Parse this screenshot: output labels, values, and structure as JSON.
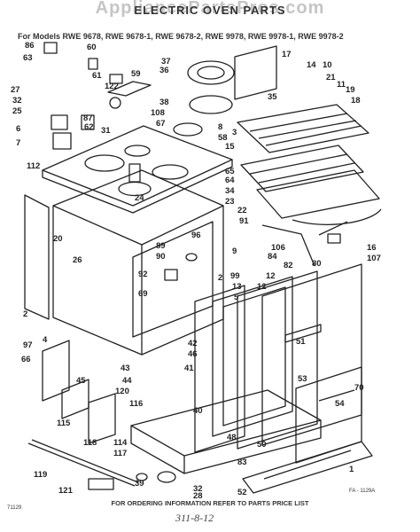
{
  "watermark": "AppliancePartsPros.com",
  "title": "ELECTRIC OVEN PARTS",
  "models_line": "For Models RWE 9678, RWE 9678-1, RWE 9678-2, RWE 9978, RWE 9978-1, RWE 9978-2",
  "footer": "FOR ORDERING INFORMATION REFER TO PARTS PRICE LIST",
  "handwritten": "311-8-12",
  "code_left": "71129",
  "code_right": "FA - 1129A",
  "callouts": [
    "86",
    "63",
    "60",
    "61",
    "59",
    "27",
    "32",
    "25",
    "87",
    "122",
    "62",
    "31",
    "6",
    "7",
    "37",
    "36",
    "38",
    "108",
    "67",
    "17",
    "14",
    "10",
    "21",
    "11",
    "19",
    "18",
    "35",
    "8",
    "58",
    "3",
    "15",
    "65",
    "64",
    "34",
    "23",
    "22",
    "91",
    "16",
    "107",
    "112",
    "20",
    "26",
    "24",
    "89",
    "90",
    "96",
    "92",
    "69",
    "9",
    "99",
    "13",
    "5",
    "106",
    "84",
    "82",
    "80",
    "2",
    "97",
    "4",
    "66",
    "45",
    "41",
    "42",
    "46",
    "43",
    "44",
    "120",
    "116",
    "115",
    "118",
    "114",
    "117",
    "119",
    "121",
    "39",
    "32",
    "52",
    "83",
    "40",
    "48",
    "50",
    "51",
    "53",
    "54",
    "70",
    "1",
    "28",
    "2",
    "12"
  ]
}
